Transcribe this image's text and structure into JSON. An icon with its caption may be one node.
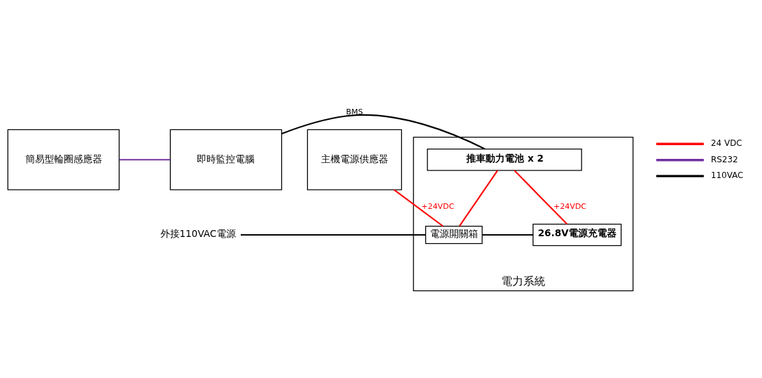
{
  "diagram": {
    "nodes": [
      {
        "text": [
          "主機電源供應器"
        ]
      },
      {
        "text": [
          "電力系統"
        ]
      },
      {
        "text": [
          "電源開關箱"
        ],
        "in": 1
      },
      {
        "text": [
          "26.8V電源充電器"
        ],
        "in": 1
      },
      {
        "text": [
          "推車動力電池 x 2"
        ],
        "in": 1
      },
      {
        "text": [
          "簡易型輪圈感應器"
        ]
      },
      {
        "text": [
          "即時監控電腦"
        ]
      },
      {
        "text": [
          "外接110VAC電源"
        ]
      }
    ],
    "edges": [
      {
        "from": 0,
        "to": 2,
        "arrow": "none",
        "label": "+24VDC",
        "color": "#ff0000"
      },
      {
        "from": 7,
        "to": 2,
        "arrow": "none",
        "color": "#000000"
      },
      {
        "from": 2,
        "to": 3,
        "arrow": "none",
        "color": "#000000"
      },
      {
        "from": 2,
        "to": 4,
        "arrow": "none",
        "color": "#ff0000"
      },
      {
        "from": 3,
        "to": 4,
        "arrow": "none",
        "label": "+24VDC",
        "color": "#ff0000"
      },
      {
        "from": 4,
        "to": 6,
        "arrow": "none",
        "label": "BMS",
        "color": "#000000"
      },
      {
        "from": 5,
        "to": 6,
        "arrow": "none",
        "color": "#7030a0"
      }
    ],
    "legend": [
      {
        "text": "24 VDC",
        "color": "#ff0000"
      },
      {
        "text": "RS232",
        "color": "#7030a0"
      },
      {
        "text": "110VAC",
        "color": "#000000"
      }
    ]
  }
}
